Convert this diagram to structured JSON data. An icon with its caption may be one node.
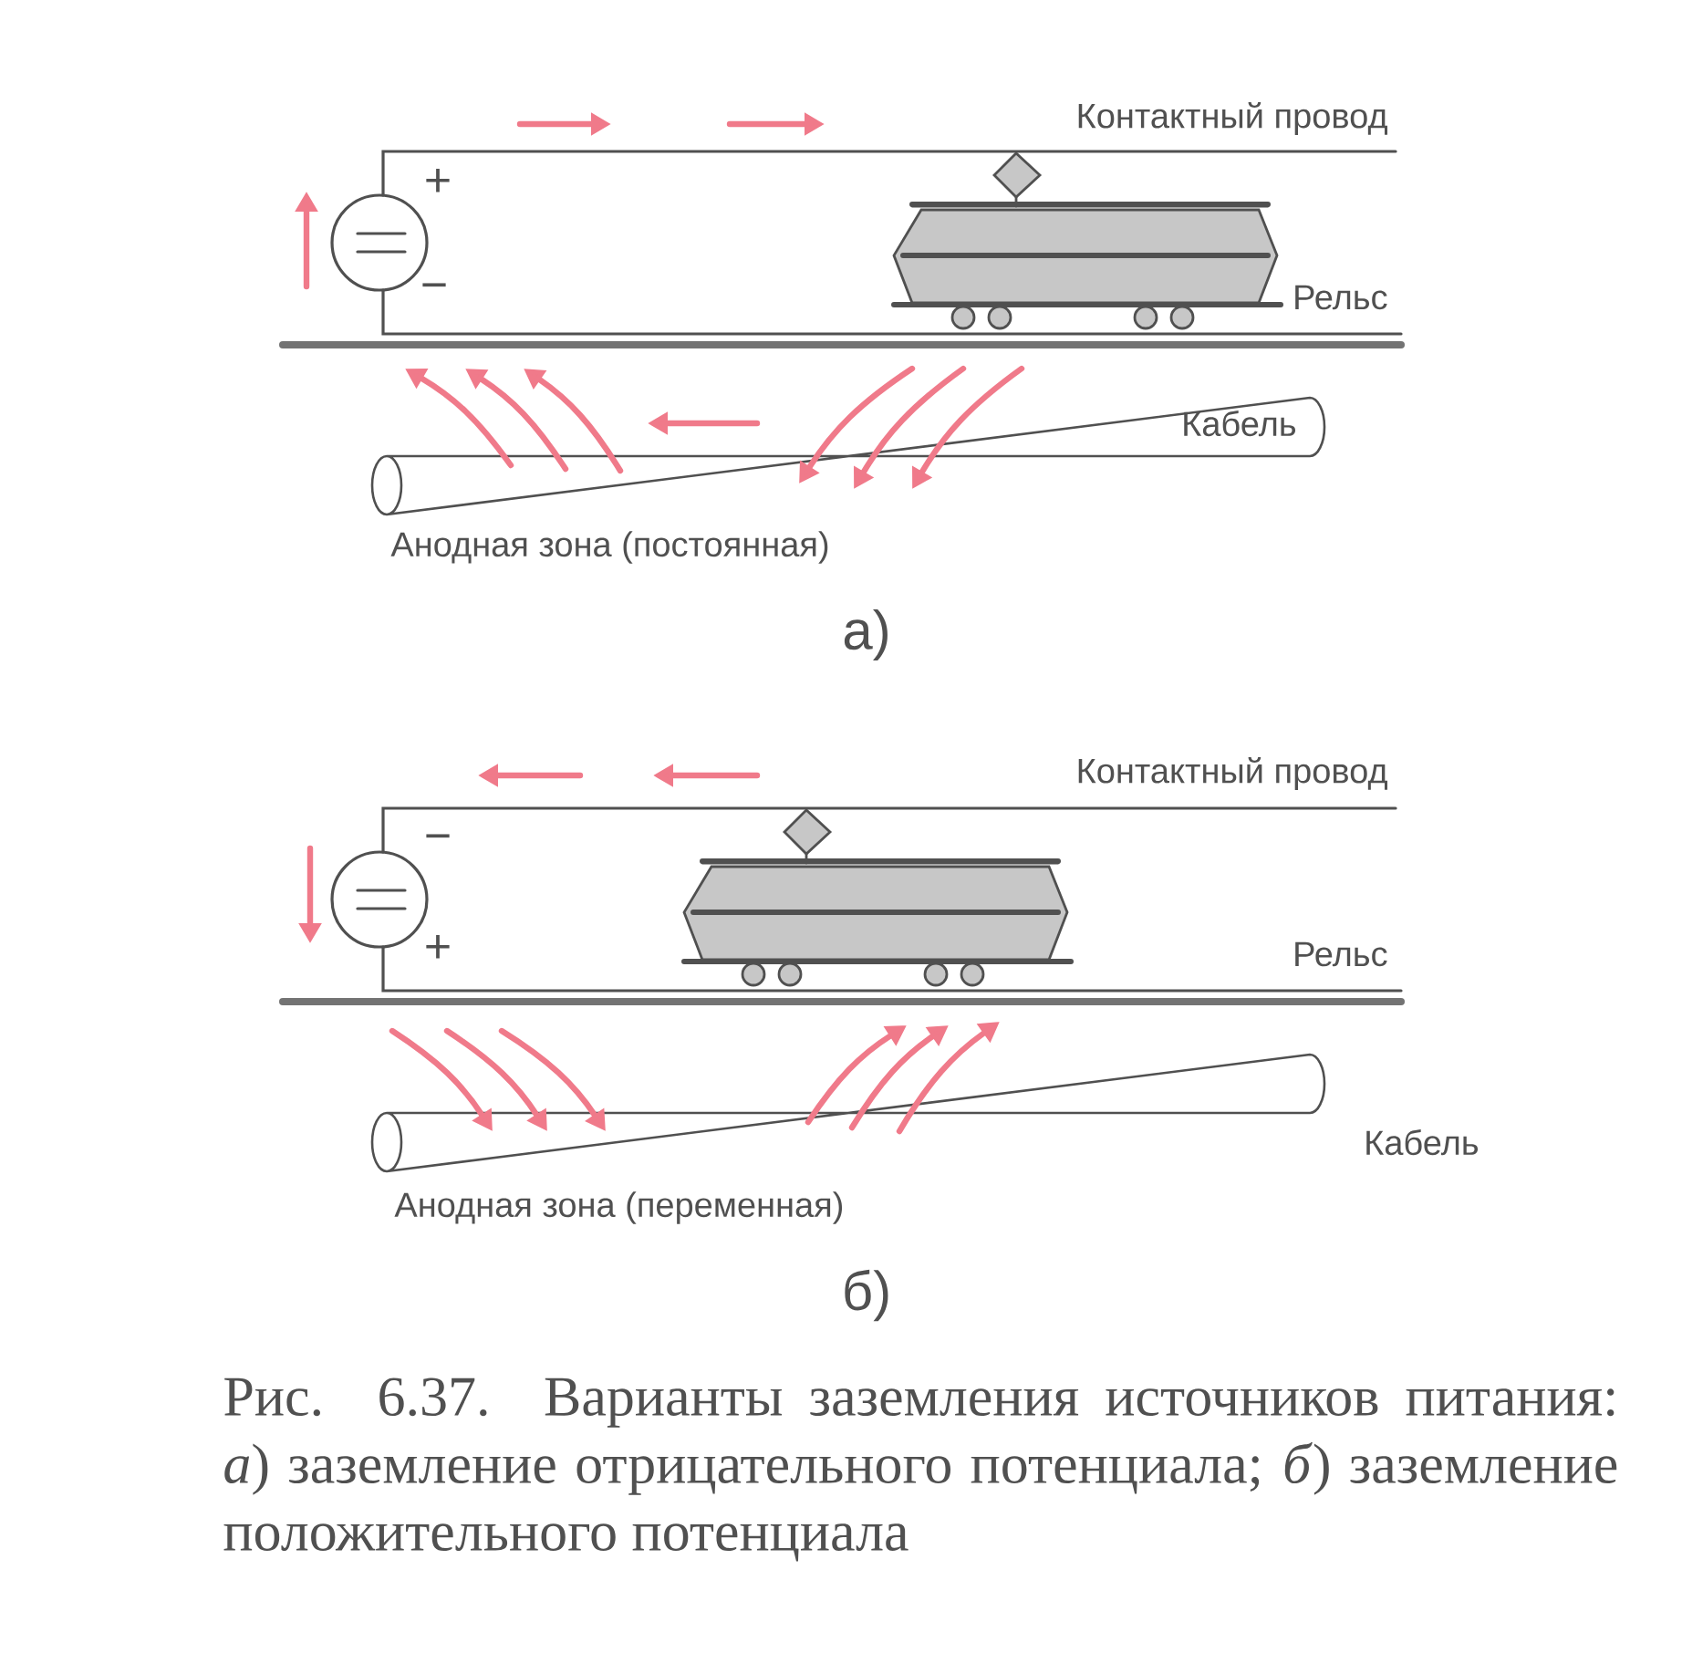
{
  "diagram": {
    "caption": "Рис. 6.37. Варианты заземления источников питания: *а*) заземление отрицательного потенциала; *б*) заземление положительного потенциала",
    "labels": [
      "Контактный провод",
      "+",
      "−",
      "Рельс",
      "Кабель",
      "Анодная зона (постоянная)",
      "а)",
      "Контактный провод",
      "−",
      "+",
      "Рельс",
      "Кабель",
      "Анодная зона (переменная)",
      "б)"
    ]
  }
}
